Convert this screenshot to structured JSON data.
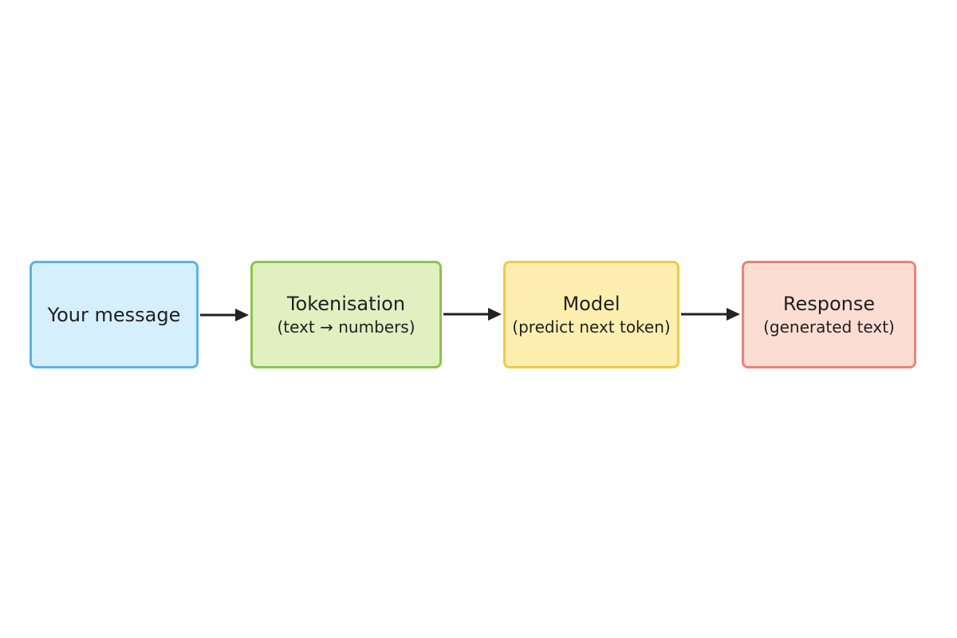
{
  "nodes": [
    {
      "title": "Your message",
      "subtitle": "",
      "fill": "#d5effd",
      "border": "#5bb3e6"
    },
    {
      "title": "Tokenisation",
      "subtitle": "(text → numbers)",
      "fill": "#e1f0c0",
      "border": "#8cc34f"
    },
    {
      "title": "Model",
      "subtitle": "(predict next token)",
      "fill": "#feefb0",
      "border": "#f1c945"
    },
    {
      "title": "Response",
      "subtitle": "(generated text)",
      "fill": "#fcddd4",
      "border": "#e98476"
    }
  ],
  "connector_color": "#222222"
}
